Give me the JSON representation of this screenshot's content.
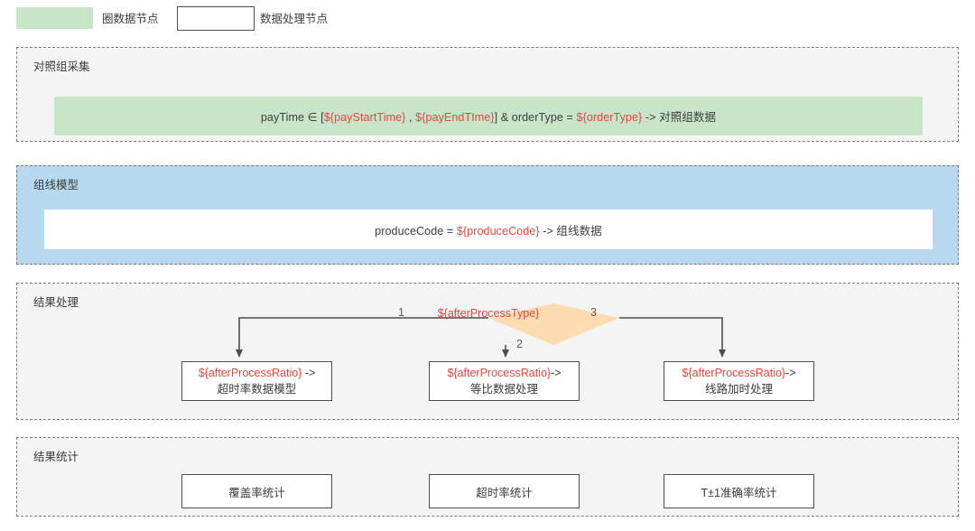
{
  "legend": {
    "swatch_green_color": "#c9e5c9",
    "item_green_label": "圈数据节点",
    "swatch_box_color": "#ffffff",
    "item_box_label": "数据处理节点"
  },
  "sections": {
    "control_group": {
      "title": "对照组采集",
      "band_color": "#c9e5c9",
      "expression": {
        "parts": [
          {
            "text": "payTime ∈ [",
            "variable": false
          },
          {
            "text": "${payStartTime}",
            "variable": true
          },
          {
            "text": " , ",
            "variable": false
          },
          {
            "text": "${payEndTIme}",
            "variable": true
          },
          {
            "text": "] & orderType = ",
            "variable": false
          },
          {
            "text": "${orderType}",
            "variable": true
          },
          {
            "text": " -> 对照组数据",
            "variable": false
          }
        ]
      }
    },
    "line_model": {
      "title": "组线模型",
      "background_color": "#b7d8ef",
      "band_color": "#ffffff",
      "expression": {
        "parts": [
          {
            "text": "produceCode = ",
            "variable": false
          },
          {
            "text": "${produceCode}",
            "variable": true
          },
          {
            "text": " -> 组线数据",
            "variable": false
          }
        ]
      }
    },
    "result_processing": {
      "title": "结果处理",
      "decision": {
        "label": "${afterProcessType}",
        "fill": "#fcdcb0"
      },
      "edge_labels": [
        "1",
        "2",
        "3"
      ],
      "nodes": [
        {
          "line1_var": "${afterProcessRatio}",
          "line1_tail": " ->",
          "line2": "超时率数据模型"
        },
        {
          "line1_var": "${afterProcessRatio}",
          "line1_tail": "->",
          "line2": "等比数据处理"
        },
        {
          "line1_var": "${afterProcessRatio}",
          "line1_tail": "->",
          "line2": "线路加时处理"
        }
      ]
    },
    "result_statistics": {
      "title": "结果统计",
      "boxes": [
        "覆盖率统计",
        "超时率统计",
        "T±1准确率统计"
      ]
    }
  },
  "colors": {
    "green_node": "#c9e5c9",
    "blue_group": "#b7d8ef",
    "orange_decision": "#fcdcb0",
    "variable_red": "#e8453c",
    "section_bg": "#f4f4f4",
    "border": "#4d4d4d"
  }
}
